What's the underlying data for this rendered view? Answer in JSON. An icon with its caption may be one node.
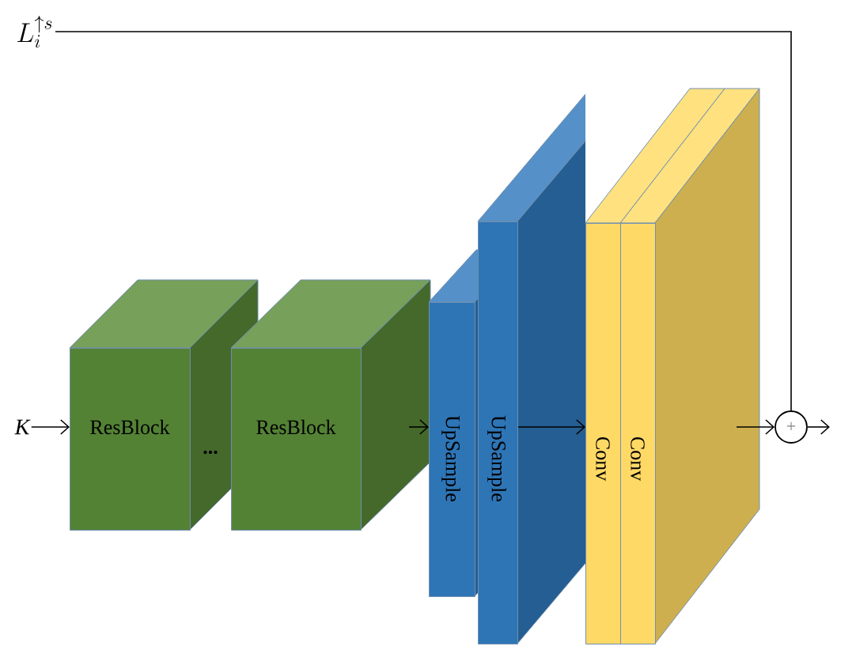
{
  "diagram": {
    "nodes": [
      {
        "text": [
          "L_i^{\\uparrow s}"
        ]
      },
      {
        "text": [
          "K"
        ]
      },
      {
        "text": [
          "ResBlock"
        ]
      },
      {
        "text": [
          "ResBlock"
        ]
      },
      {
        "text": [
          "UpSample"
        ]
      },
      {
        "text": [
          "UpSample"
        ]
      },
      {
        "text": [
          "Conv"
        ]
      },
      {
        "text": [
          "Conv"
        ]
      },
      {
        "text": [
          "+"
        ]
      }
    ],
    "edges": [
      {
        "from": 1,
        "to": 2,
        "arrow": "to"
      },
      {
        "from": 3,
        "to": 4,
        "arrow": "to"
      },
      {
        "from": 5,
        "to": 6,
        "arrow": "to"
      },
      {
        "from": 7,
        "to": 8,
        "arrow": "to"
      },
      {
        "from": 0,
        "to": 8,
        "arrow": "none"
      },
      {
        "from": 8,
        "to": null,
        "arrow": "to"
      }
    ],
    "labels": [
      "..."
    ]
  }
}
